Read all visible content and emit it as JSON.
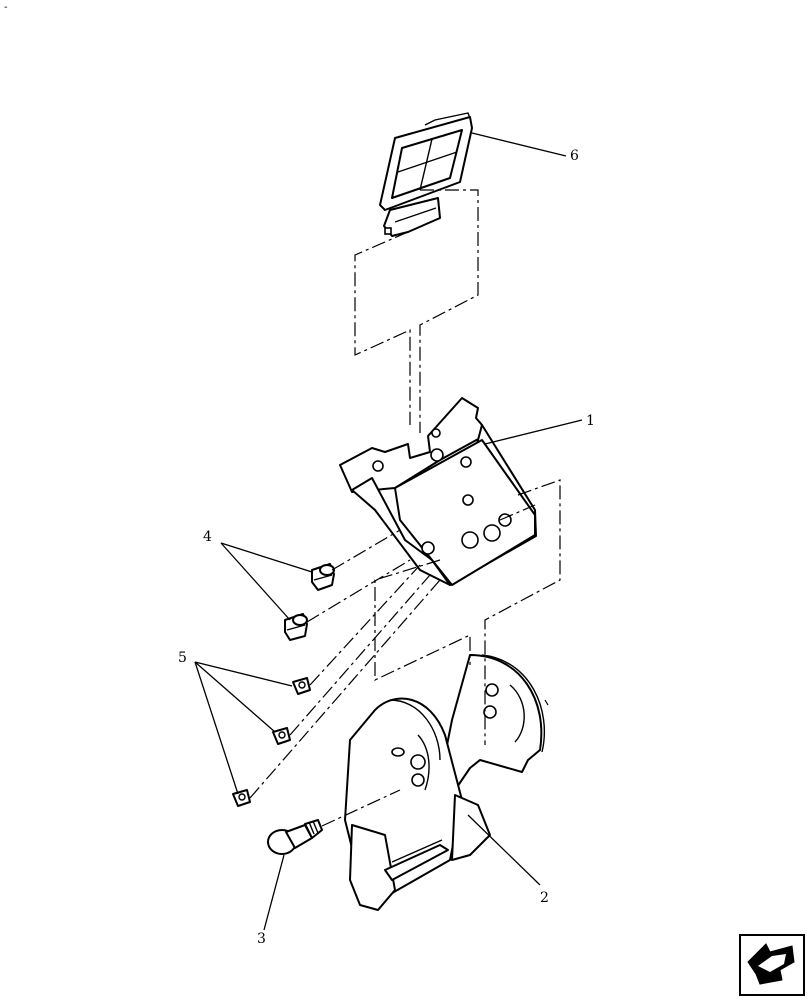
{
  "callouts": {
    "c1": "1",
    "c2": "2",
    "c3": "3",
    "c4": "4",
    "c5": "5",
    "c6": "6"
  },
  "corner_mark": "-",
  "colors": {
    "ink": "#000000",
    "paper": "#ffffff"
  },
  "icons": {
    "nav": "next-page-arrow-icon"
  }
}
